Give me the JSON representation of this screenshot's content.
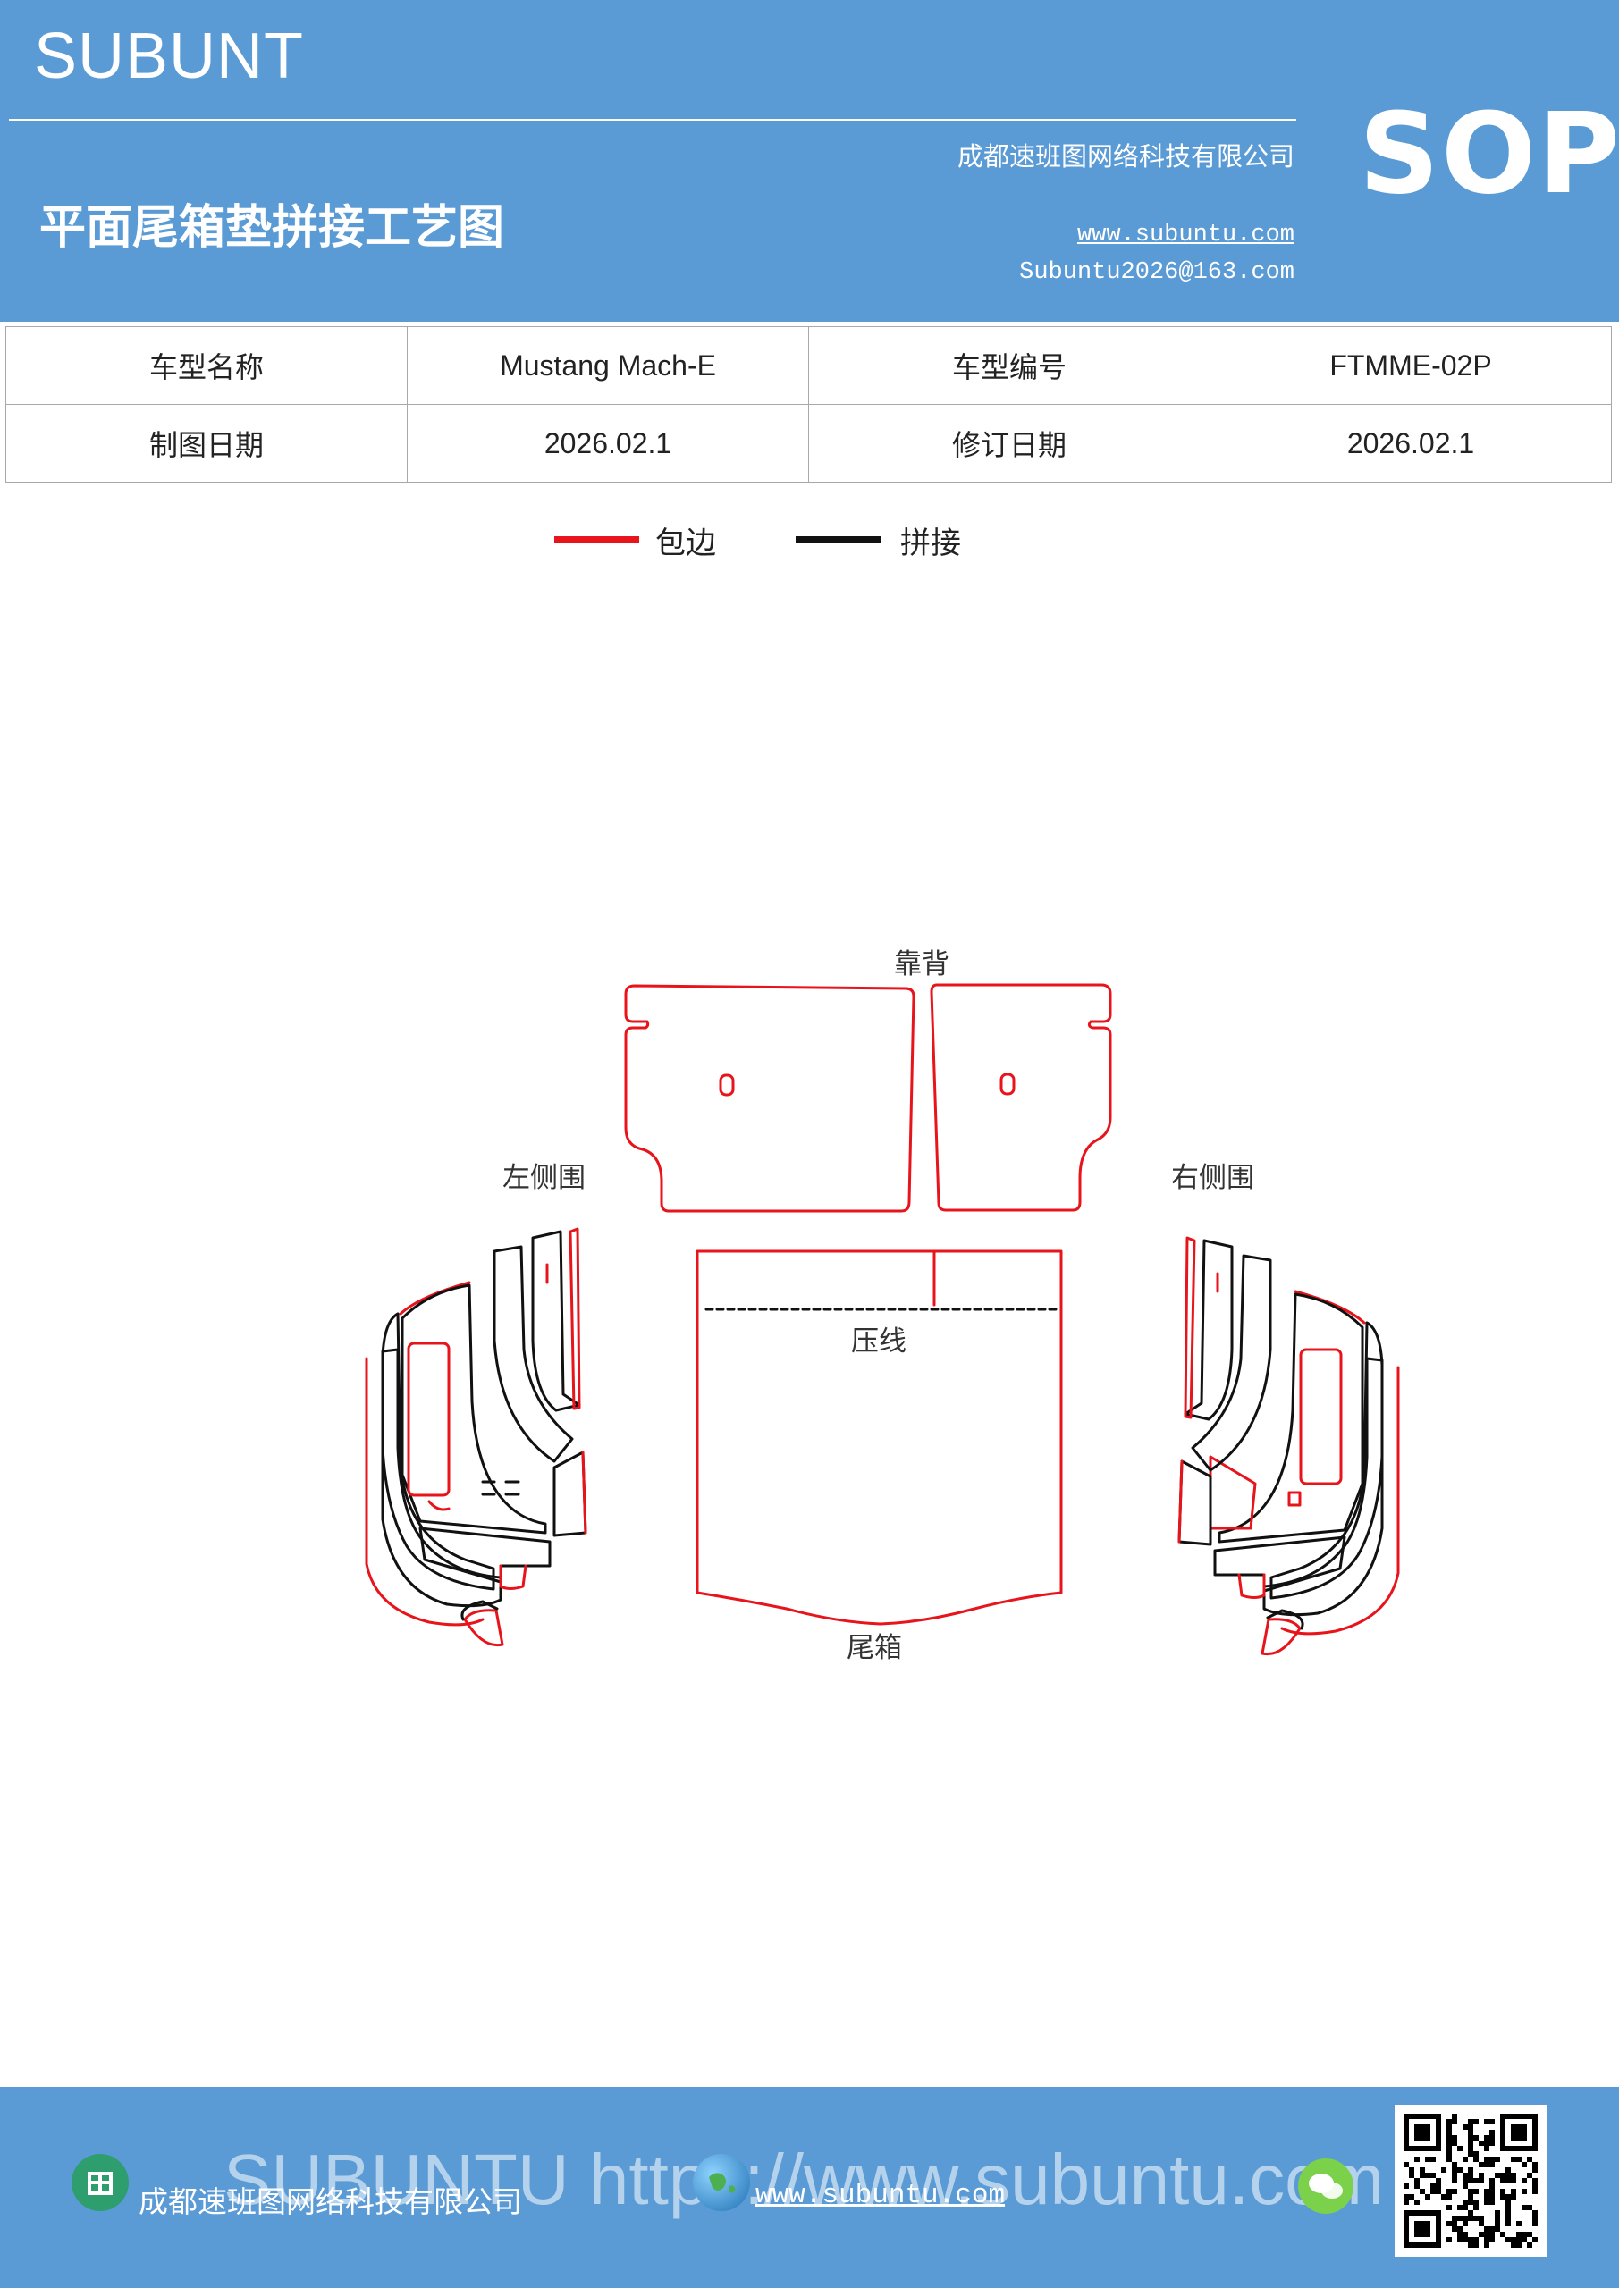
{
  "header": {
    "brand": "SUBUNT",
    "doc_title": "平面尾箱垫拼接工艺图",
    "company": "成都速班图网络科技有限公司",
    "website": "www.subuntu.com",
    "email": "Subuntu2026@163.com",
    "sop": "SOP"
  },
  "info_table": {
    "rows": [
      [
        "车型名称",
        "Mustang  Mach-E",
        "车型编号",
        "FTMME-02P"
      ],
      [
        "制图日期",
        "2026.02.1",
        "修订日期",
        "2026.02.1"
      ]
    ]
  },
  "legend": {
    "items": [
      {
        "label": "包边",
        "color": "#e8141b"
      },
      {
        "label": "拼接",
        "color": "#111111"
      }
    ]
  },
  "diagram": {
    "labels": {
      "backrest": "靠背",
      "left_side": "左侧围",
      "right_side": "右侧围",
      "press_line": "压线",
      "trunk": "尾箱"
    },
    "colors": {
      "edge": "#e8141b",
      "seam": "#111111"
    }
  },
  "footer": {
    "watermark": "SUBUNTU https://www.subuntu.com",
    "company": "成都速班图网络科技有限公司",
    "website": "www.subuntu.com",
    "icons": [
      "building-icon",
      "globe-icon",
      "wechat-icon",
      "qr-code"
    ]
  }
}
